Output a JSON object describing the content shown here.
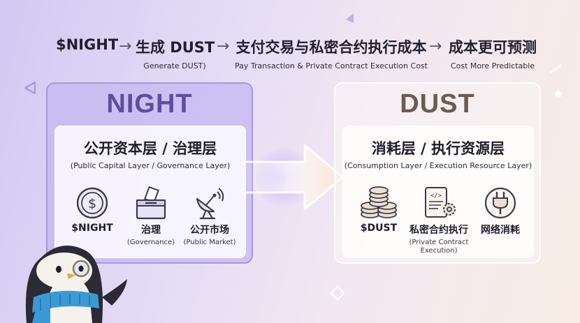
{
  "flow": {
    "step1": {
      "zh": "$NIGHT"
    },
    "arrow": "→",
    "step2": {
      "zh": "生成 DUST",
      "en": "Generate DUST)"
    },
    "step3": {
      "zh": "支付交易与私密合约执行成本",
      "en": "Pay Transaction & Private Contract Execution Cost"
    },
    "step4": {
      "zh": "成本更可预测",
      "en": "Cost More Predictable"
    }
  },
  "night": {
    "title": "NIGHT",
    "heading": "公开资本层 / 治理层",
    "subheading": "(Public Capital Layer / Governance Layer)",
    "items": [
      {
        "label": "$NIGHT",
        "sub": "",
        "icon": "dollar-coin-icon"
      },
      {
        "label": "治理",
        "sub": "(Governance)",
        "icon": "ballot-box-icon"
      },
      {
        "label": "公开市场",
        "sub": "(Public Market)",
        "icon": "satellite-dish-icon"
      }
    ]
  },
  "dust": {
    "title": "DUST",
    "heading": "消耗层 / 执行资源层",
    "subheading": "(Consumption Layer / Execution Resource Layer)",
    "items": [
      {
        "label": "$DUST",
        "sub": "",
        "icon": "coin-stacks-icon"
      },
      {
        "label": "私密合约执行",
        "sub": "(Private Contract Execution)",
        "icon": "code-document-gear-icon"
      },
      {
        "label": "网络消耗",
        "sub": "",
        "icon": "power-plug-icon"
      }
    ]
  },
  "colors": {
    "night_accent": "#5e4c9e",
    "dust_accent": "#6e5a4e",
    "arrow": "#f3d6c4"
  }
}
